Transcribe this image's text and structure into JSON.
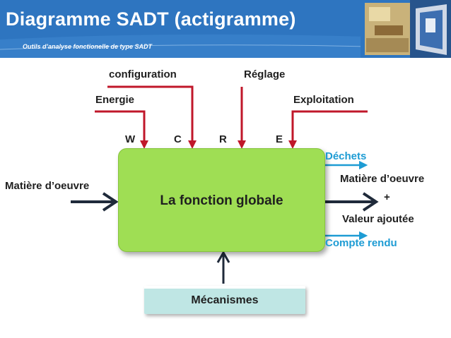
{
  "header": {
    "title": "Diagramme SADT (actigramme)",
    "subtitle": "Outils d’analyse fonctionelle de type SADT"
  },
  "colors": {
    "header_blue": "#2e75c0",
    "function_green": "#9fde54",
    "mechanism_box": "#bfe6e4",
    "secondary_output_blue": "#1e9cd4",
    "arrow_dark": "#1f2a3a",
    "control_arrow_red": "#c0172a"
  },
  "diagram": {
    "function_label": "La fonction globale",
    "mechanism_label": "Mécanismes",
    "input_label": "Matière d’oeuvre",
    "controls": {
      "configuration": "configuration",
      "reglage": "Réglage",
      "energie": "Energie",
      "exploitation": "Exploitation"
    },
    "control_letters": [
      "W",
      "C",
      "R",
      "E"
    ],
    "outputs": {
      "dechets": "Déchets",
      "matiere": "Matière d’oeuvre",
      "plus": "+",
      "valeur": "Valeur ajoutée",
      "compte_rendu": "Compte rendu"
    }
  }
}
